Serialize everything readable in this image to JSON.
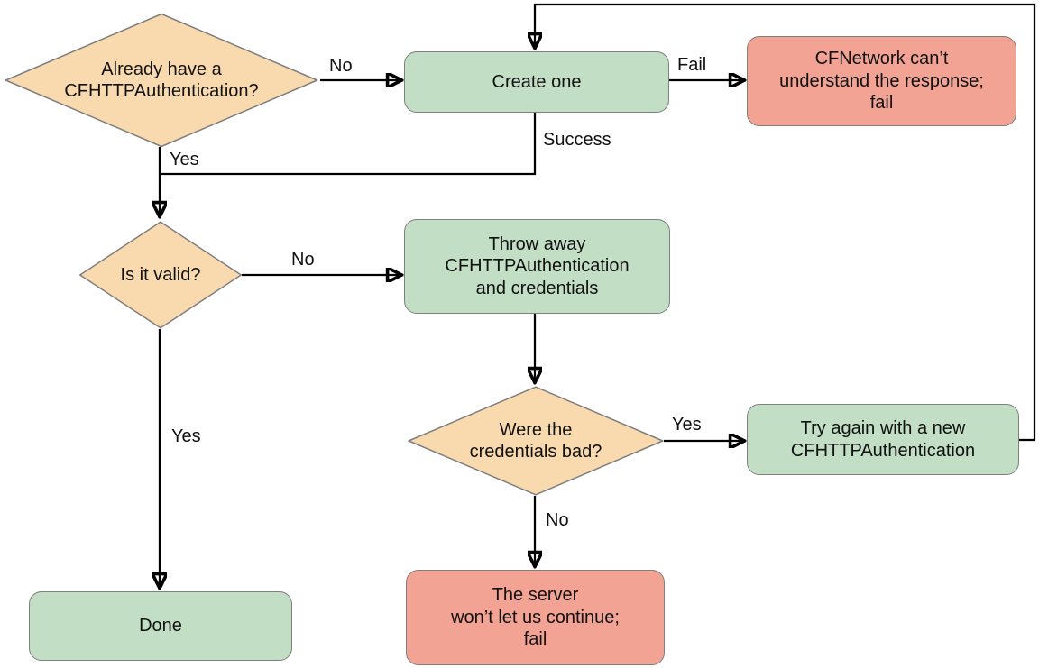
{
  "colors": {
    "decision_fill": "#F9D9AE",
    "process_fill": "#C2DFC5",
    "fail_fill": "#F2A393",
    "shape_stroke": "#7F7F7F",
    "line_color": "#000000",
    "text_color": "#111111"
  },
  "nodes": {
    "already_have": {
      "label": "Already have a\nCFHTTPAuthentication?"
    },
    "create_one": {
      "label": "Create one"
    },
    "cfnetwork_fail": {
      "label": "CFNetwork can’t\nunderstand the response;\nfail"
    },
    "is_it_valid": {
      "label": "Is it valid?"
    },
    "throw_away": {
      "label": "Throw away\nCFHTTPAuthentication\nand credentials"
    },
    "credentials_bad": {
      "label": "Were the\ncredentials bad?"
    },
    "try_again": {
      "label": "Try again with a new\nCFHTTPAuthentication"
    },
    "server_fail": {
      "label": "The server\nwon’t let us continue;\nfail"
    },
    "done": {
      "label": "Done"
    }
  },
  "edge_labels": {
    "no_create": "No",
    "fail": "Fail",
    "yes_valid": "Yes",
    "success": "Success",
    "no_throw": "No",
    "yes_try_again": "Yes",
    "no_server": "No",
    "yes_done": "Yes"
  }
}
